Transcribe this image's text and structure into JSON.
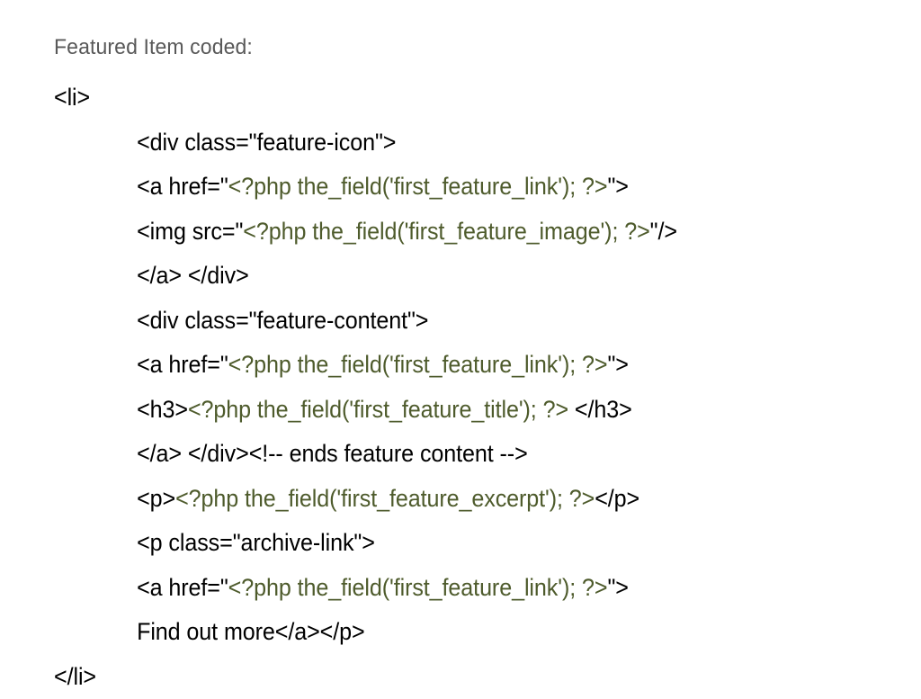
{
  "slide": {
    "background_color": "#ffffff",
    "heading": "Featured Item coded:",
    "heading_color": "#595959",
    "html_color": "#000000",
    "php_color": "#4E5B2C"
  },
  "code": {
    "language": "php-html",
    "lines": [
      {
        "indent": 0,
        "segments": [
          {
            "type": "html",
            "text": "<li>"
          }
        ]
      },
      {
        "indent": 1,
        "segments": [
          {
            "type": "html",
            "text": "<div class=\"feature-icon\">"
          }
        ]
      },
      {
        "indent": 1,
        "segments": [
          {
            "type": "html",
            "text": "<a href=\""
          },
          {
            "type": "php",
            "text": "<?php the_field('first_feature_link'); ?>"
          },
          {
            "type": "html",
            "text": "\">"
          }
        ]
      },
      {
        "indent": 1,
        "segments": [
          {
            "type": "html",
            "text": "<img src=\""
          },
          {
            "type": "php",
            "text": "<?php the_field('first_feature_image'); ?>"
          },
          {
            "type": "html",
            "text": "\"/>"
          }
        ]
      },
      {
        "indent": 1,
        "segments": [
          {
            "type": "html",
            "text": "</a> </div>"
          }
        ]
      },
      {
        "indent": 1,
        "segments": [
          {
            "type": "html",
            "text": "<div class=\"feature-content\">"
          }
        ]
      },
      {
        "indent": 1,
        "segments": [
          {
            "type": "html",
            "text": "<a href=\""
          },
          {
            "type": "php",
            "text": "<?php the_field('first_feature_link'); ?>"
          },
          {
            "type": "html",
            "text": "\">"
          }
        ]
      },
      {
        "indent": 1,
        "segments": [
          {
            "type": "html",
            "text": "<h3>"
          },
          {
            "type": "php",
            "text": "<?php the_field('first_feature_title'); ?>"
          },
          {
            "type": "html",
            "text": " </h3>"
          }
        ]
      },
      {
        "indent": 1,
        "segments": [
          {
            "type": "html",
            "text": "</a> </div><!-- ends feature content -->"
          }
        ]
      },
      {
        "indent": 1,
        "segments": [
          {
            "type": "html",
            "text": "<p>"
          },
          {
            "type": "php",
            "text": "<?php the_field('first_feature_excerpt'); ?>"
          },
          {
            "type": "html",
            "text": "</p>"
          }
        ]
      },
      {
        "indent": 1,
        "segments": [
          {
            "type": "html",
            "text": "<p class=\"archive-link\">"
          }
        ]
      },
      {
        "indent": 1,
        "segments": [
          {
            "type": "html",
            "text": "<a href=\""
          },
          {
            "type": "php",
            "text": "<?php the_field('first_feature_link'); ?>"
          },
          {
            "type": "html",
            "text": "\">"
          }
        ]
      },
      {
        "indent": 1,
        "segments": [
          {
            "type": "html",
            "text": "Find out more</a></p>"
          }
        ]
      },
      {
        "indent": 0,
        "segments": [
          {
            "type": "html",
            "text": "</li>"
          }
        ]
      }
    ]
  }
}
